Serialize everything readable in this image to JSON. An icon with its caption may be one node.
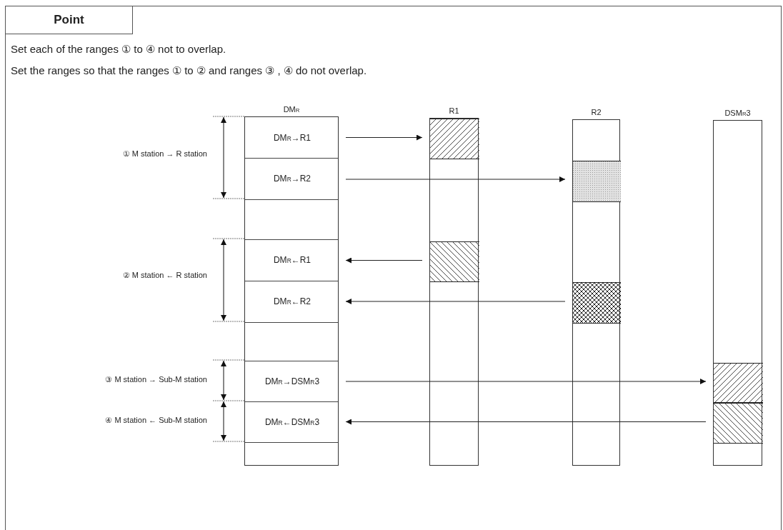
{
  "diagram": {
    "title": "Point",
    "nodes": [
      {
        "text": [
          "DM$_{R}$"
        ]
      },
      {
        "text": [
          "DM$_{R}$→R1"
        ],
        "in": 0
      },
      {
        "text": [
          "DM$_{R}$→R2"
        ],
        "in": 0
      },
      {
        "text": [
          "DM$_{R}$←R1"
        ],
        "in": 0
      },
      {
        "text": [
          "DM$_{R}$←R2"
        ],
        "in": 0
      },
      {
        "text": [
          "DM$_{R}$→DSM$_{R}$3"
        ],
        "in": 0
      },
      {
        "text": [
          "DM$_{R}$←DSM$_{R}$3"
        ],
        "in": 0
      },
      {
        "text": [
          "R1"
        ]
      },
      {
        "text": [],
        "shape": "box",
        "in": 7
      },
      {
        "text": [],
        "shape": "box",
        "in": 7
      },
      {
        "text": [
          "R2"
        ]
      },
      {
        "text": [],
        "shape": "box",
        "in": 10
      },
      {
        "text": [],
        "shape": "box",
        "in": 10
      },
      {
        "text": [
          "DSM$_{R}$3"
        ]
      },
      {
        "text": [],
        "shape": "box",
        "in": 13
      },
      {
        "text": [],
        "shape": "box",
        "in": 13
      }
    ],
    "edges": [
      {
        "from": 1,
        "to": 8,
        "arrow": "to"
      },
      {
        "from": 2,
        "to": 11,
        "arrow": "to"
      },
      {
        "from": 9,
        "to": 3,
        "arrow": "to"
      },
      {
        "from": 12,
        "to": 4,
        "arrow": "to"
      },
      {
        "from": 5,
        "to": 14,
        "arrow": "to"
      },
      {
        "from": 15,
        "to": 6,
        "arrow": "to"
      }
    ],
    "labels": [
      "Set each of the ranges ① to ④ not to overlap.",
      "Set the ranges so that the ranges ① to ② and ranges ③ , ④ do not overlap.",
      "① M station → R station",
      "② M station ← R station",
      "③ M station → Sub-M station",
      "④ M station ← Sub-M station"
    ]
  }
}
